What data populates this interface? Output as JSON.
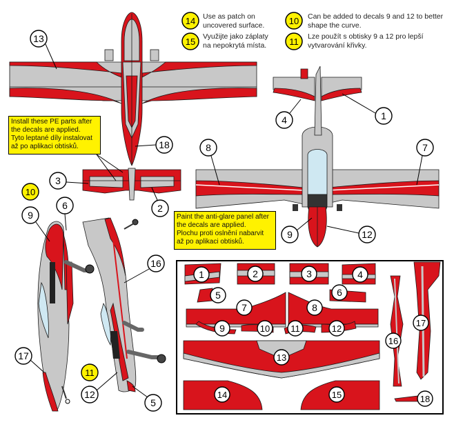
{
  "notes": {
    "n14_en": "Use as patch on",
    "n14_en2": "uncovered surface.",
    "n15_cz": "Využijte jako záplaty",
    "n15_cz2": "na nepokrytá místa.",
    "n10_en": "Can be added to decals 9 and 12 to better",
    "n10_en2": "shape the curve.",
    "n11_cz": "Lze použít s obtisky 9 a 12 pro lepší",
    "n11_cz2": "vytvarování křivky."
  },
  "callouts": {
    "pe_parts": [
      "Install these PE parts after",
      "the decals are applied.",
      "Tyto leptané díly instalovat",
      "až po aplikaci obtisků."
    ],
    "anti_glare": [
      "Paint the anti-glare panel after",
      "the decals are applied.",
      "Plochu proti oslnění nabarvit",
      "až po aplikaci obtisků."
    ]
  },
  "decal_numbers": [
    "1",
    "2",
    "3",
    "4",
    "5",
    "6",
    "7",
    "8",
    "9",
    "10",
    "11",
    "12",
    "13",
    "14",
    "15",
    "16",
    "17",
    "18"
  ],
  "colors": {
    "red": "#d8141c",
    "grey": "#c8c8c8",
    "highlight": "#fff200",
    "outline": "#1a1a1a"
  }
}
